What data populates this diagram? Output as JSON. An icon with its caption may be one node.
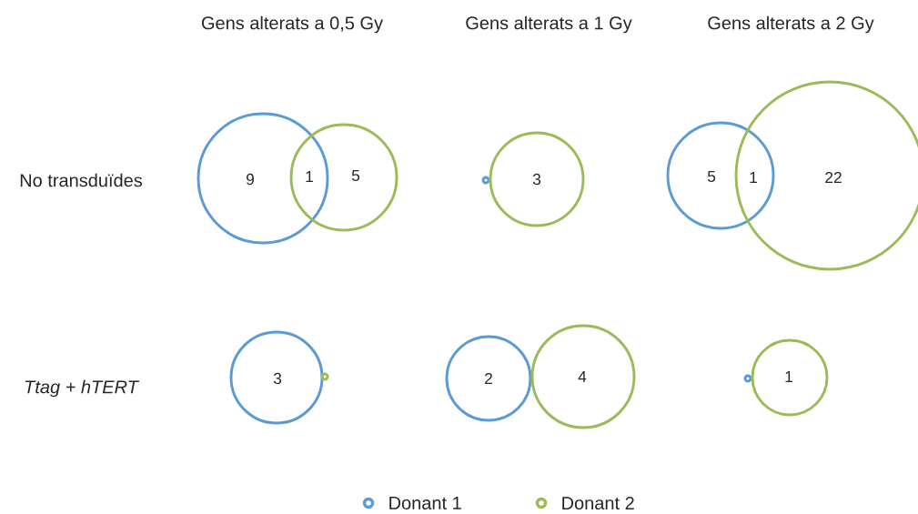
{
  "diagram": {
    "nodes": [
      {
        "text": [],
        "shape": "circle"
      },
      {
        "text": [],
        "shape": "circle"
      },
      {
        "text": [],
        "shape": "circle"
      },
      {
        "text": [],
        "shape": "circle"
      },
      {
        "text": [],
        "shape": "circle"
      },
      {
        "text": [],
        "shape": "circle"
      },
      {
        "text": [],
        "shape": "circle"
      },
      {
        "text": [],
        "shape": "circle"
      },
      {
        "text": [],
        "shape": "circle"
      },
      {
        "text": [],
        "shape": "circle"
      },
      {
        "text": [],
        "shape": "circle"
      },
      {
        "text": [],
        "shape": "circle"
      }
    ],
    "labels": [
      "Gens alterats a 0,5 Gy",
      "Gens alterats a 1 Gy",
      "Gens alterats a 2 Gy",
      "No transduïdes",
      "9",
      "1",
      "5",
      "3",
      "5",
      "1",
      "22",
      "Ttag + hTERT",
      "3",
      "2",
      "4",
      "1"
    ],
    "legend": [
      {
        "text": "Donant 1",
        "color": "#5b9bd5"
      },
      {
        "text": "Donant 2",
        "color": "#9bbb59"
      }
    ]
  }
}
